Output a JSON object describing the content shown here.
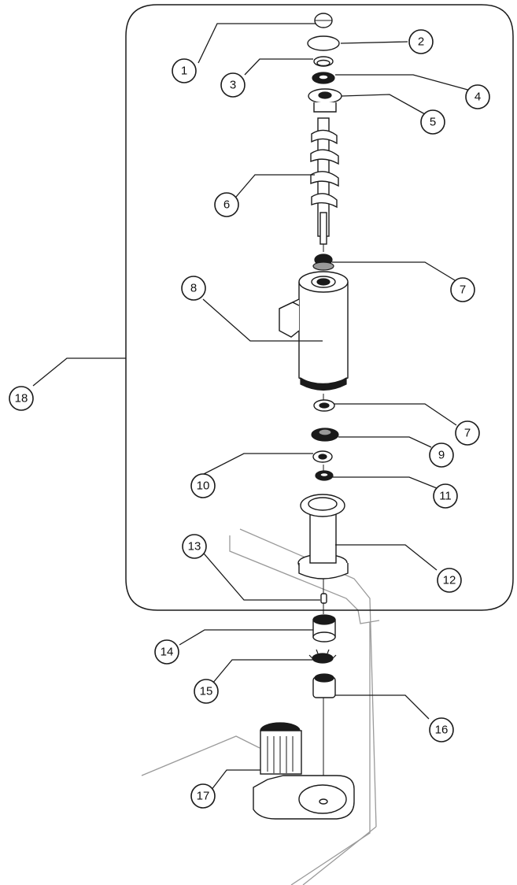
{
  "callouts": [
    {
      "id": "p1",
      "label": "1"
    },
    {
      "id": "p2",
      "label": "2"
    },
    {
      "id": "p3",
      "label": "3"
    },
    {
      "id": "p4",
      "label": "4"
    },
    {
      "id": "p5",
      "label": "5"
    },
    {
      "id": "p6",
      "label": "6"
    },
    {
      "id": "p7a",
      "label": "7"
    },
    {
      "id": "p8",
      "label": "8"
    },
    {
      "id": "p7b",
      "label": "7"
    },
    {
      "id": "p9",
      "label": "9"
    },
    {
      "id": "p10",
      "label": "10"
    },
    {
      "id": "p11",
      "label": "11"
    },
    {
      "id": "p12",
      "label": "12"
    },
    {
      "id": "p13",
      "label": "13"
    },
    {
      "id": "p14",
      "label": "14"
    },
    {
      "id": "p15",
      "label": "15"
    },
    {
      "id": "p16",
      "label": "16"
    },
    {
      "id": "p17",
      "label": "17"
    },
    {
      "id": "p18",
      "label": "18"
    }
  ],
  "colors": {
    "line": "#1a1a1a",
    "cabinet": "#9a9a9a",
    "background": "#ffffff"
  }
}
